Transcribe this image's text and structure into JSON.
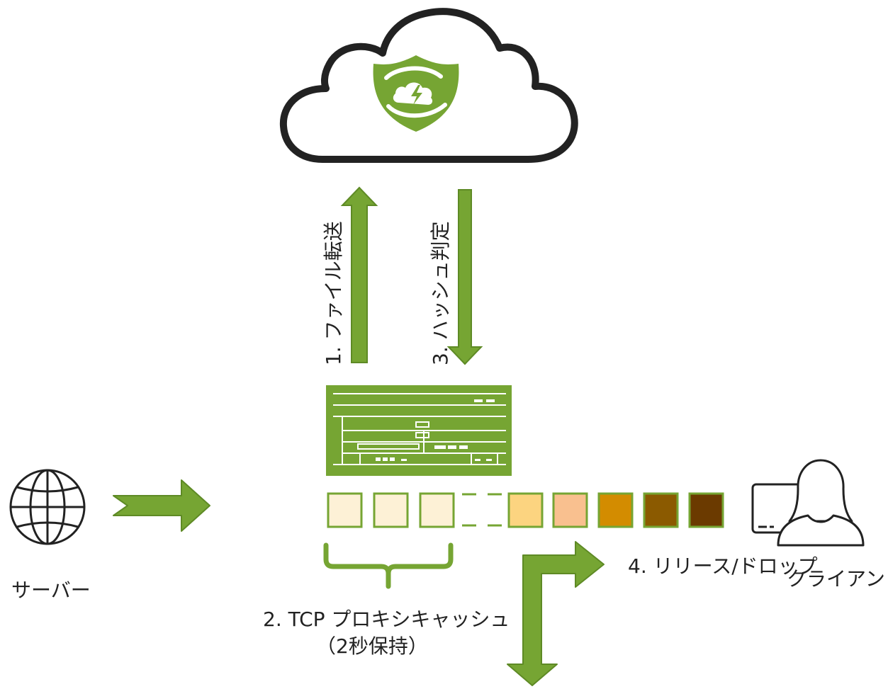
{
  "labels": {
    "server": "サーバー",
    "client": "クライアント",
    "step1": "1. ファイル転送",
    "step3": "3. ハッシュ判定",
    "step2_line1": "2. TCP プロキシキャッシュ",
    "step2_line2": "（2秒保持）",
    "step4": "4. リリース/ドロップ"
  },
  "icons": {
    "cloud": "cloud-icon",
    "shield": "shield-cloud-bolt-icon",
    "globe": "globe-icon",
    "appliance": "network-appliance-icon",
    "client": "user-at-computer-icon"
  },
  "colors": {
    "green": "#76A533",
    "green_dark": "#5E8A25",
    "outline": "#76A533",
    "text": "#222222",
    "packets": [
      "#FDF1D6",
      "#FDF1D6",
      "#FDF1D6",
      "#FCD480",
      "#F9C08F",
      "#D38C00",
      "#8B5A00",
      "#6B3A00"
    ]
  }
}
